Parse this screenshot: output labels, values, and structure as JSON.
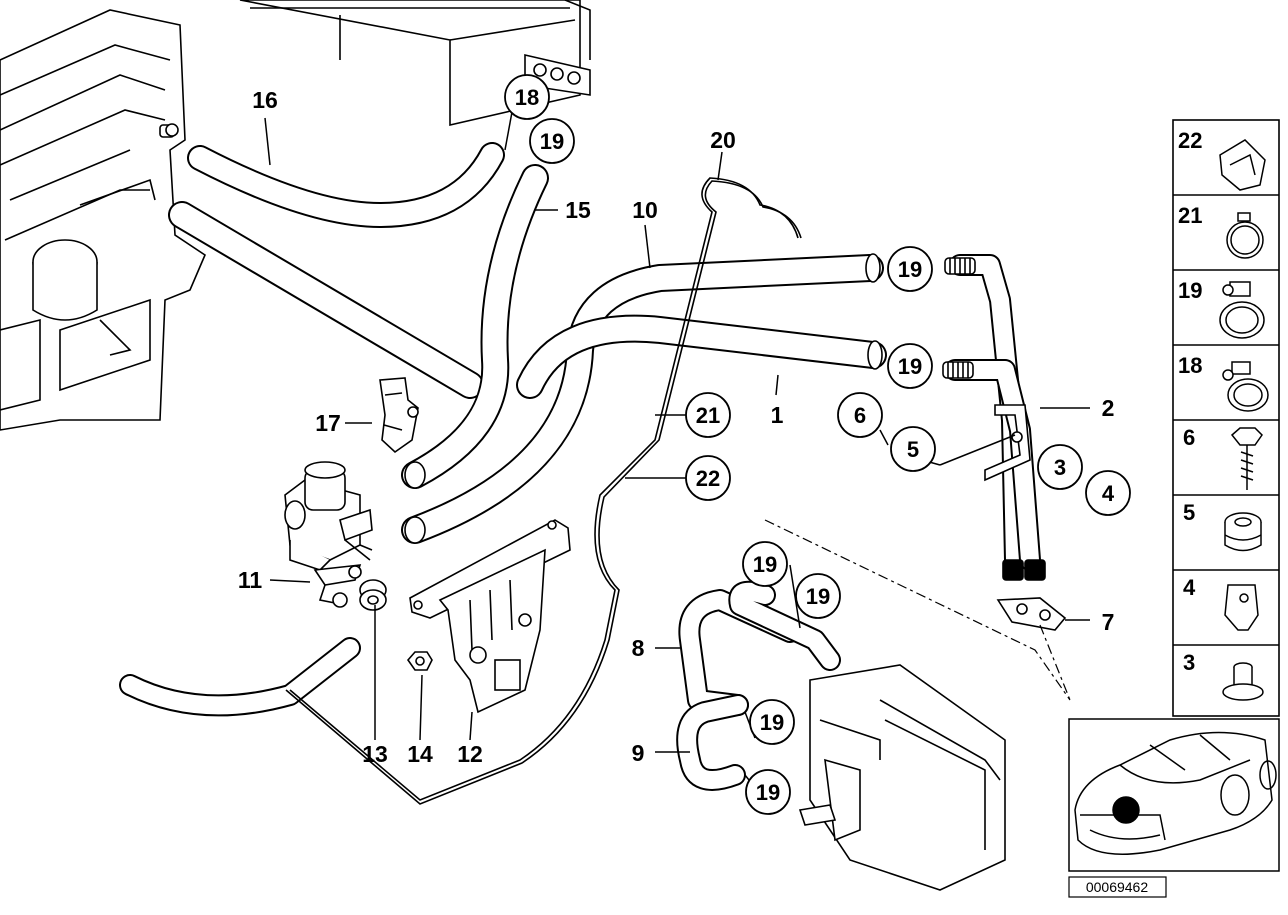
{
  "diagram": {
    "doc_id": "00069462",
    "callouts": {
      "p1": "1",
      "p2": "2",
      "p7": "7",
      "p8": "8",
      "p9": "9",
      "p10": "10",
      "p11": "11",
      "p12": "12",
      "p13": "13",
      "p14": "14",
      "p15": "15",
      "p16": "16",
      "p17": "17",
      "p20": "20"
    },
    "circled": {
      "c18": "18",
      "c19a": "19",
      "c19b": "19",
      "c19c": "19",
      "c21": "21",
      "c22": "22",
      "c6": "6",
      "c5": "5",
      "c3": "3",
      "c4": "4",
      "c19d": "19",
      "c19e": "19",
      "c19f": "19",
      "c19g": "19"
    },
    "legend": {
      "l22": "22",
      "l21": "21",
      "l19": "19",
      "l18": "18",
      "l6": "6",
      "l5": "5",
      "l4": "4",
      "l3": "3"
    }
  }
}
